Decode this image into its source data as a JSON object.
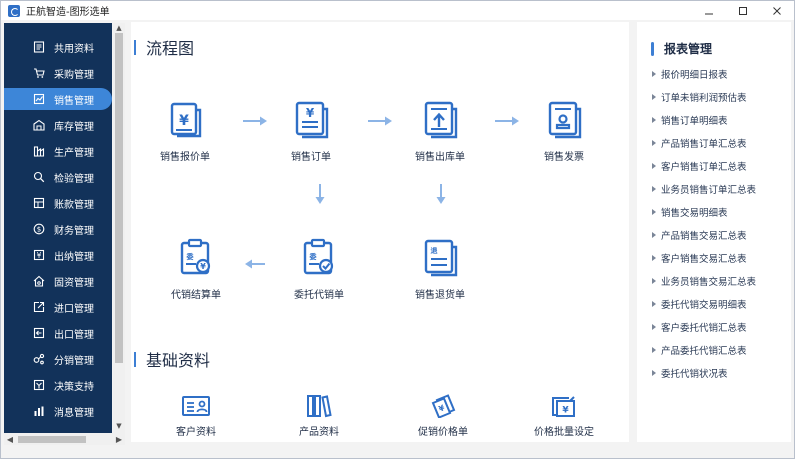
{
  "window": {
    "title": "正航智造-图形选单",
    "controls": [
      "minimize",
      "maximize",
      "close"
    ]
  },
  "sidebar": {
    "items": [
      {
        "label": "共用资料",
        "icon": "document-list-icon",
        "active": false
      },
      {
        "label": "采购管理",
        "icon": "cart-icon",
        "active": false
      },
      {
        "label": "销售管理",
        "icon": "sales-chart-icon",
        "active": true
      },
      {
        "label": "库存管理",
        "icon": "warehouse-icon",
        "active": false
      },
      {
        "label": "生产管理",
        "icon": "factory-icon",
        "active": false
      },
      {
        "label": "检验管理",
        "icon": "inspect-icon",
        "active": false
      },
      {
        "label": "账款管理",
        "icon": "ledger-icon",
        "active": false
      },
      {
        "label": "财务管理",
        "icon": "finance-icon",
        "active": false
      },
      {
        "label": "出纳管理",
        "icon": "yen-icon",
        "active": false
      },
      {
        "label": "固资管理",
        "icon": "asset-house-icon",
        "active": false
      },
      {
        "label": "进口管理",
        "icon": "import-icon",
        "active": false
      },
      {
        "label": "出口管理",
        "icon": "export-icon",
        "active": false
      },
      {
        "label": "分销管理",
        "icon": "distribution-icon",
        "active": false
      },
      {
        "label": "决策支持",
        "icon": "decision-icon",
        "active": false
      },
      {
        "label": "消息管理",
        "icon": "message-bars-icon",
        "active": false
      }
    ]
  },
  "main": {
    "flow_title": "流程图",
    "flow_nodes": [
      {
        "label": "销售报价单",
        "icon": "quotation-doc-icon"
      },
      {
        "label": "销售订单",
        "icon": "order-doc-icon"
      },
      {
        "label": "销售出库单",
        "icon": "outbound-doc-icon"
      },
      {
        "label": "销售发票",
        "icon": "invoice-doc-icon"
      },
      {
        "label": "代销结算单",
        "icon": "consign-settle-icon"
      },
      {
        "label": "委托代销单",
        "icon": "consign-order-icon"
      },
      {
        "label": "销售退货单",
        "icon": "return-doc-icon"
      }
    ],
    "basic_title": "基础资料",
    "basic_items": [
      {
        "label": "客户资料",
        "icon": "customer-card-icon"
      },
      {
        "label": "产品资料",
        "icon": "product-books-icon"
      },
      {
        "label": "促销价格单",
        "icon": "promo-price-icon"
      },
      {
        "label": "价格批量设定",
        "icon": "price-batch-icon"
      }
    ]
  },
  "reports": {
    "title": "报表管理",
    "items": [
      "报价明细日报表",
      "订单未销利润预估表",
      "销售订单明细表",
      "产品销售订单汇总表",
      "客户销售订单汇总表",
      "业务员销售订单汇总表",
      "销售交易明细表",
      "产品销售交易汇总表",
      "客户销售交易汇总表",
      "业务员销售交易汇总表",
      "委托代销交易明细表",
      "客户委托代销汇总表",
      "产品委托代销汇总表",
      "委托代销状况表"
    ]
  },
  "colors": {
    "sidebar_bg": "#12325a",
    "sidebar_active": "#3d86d8",
    "icon_blue": "#2f6fc6",
    "accent": "#3d7fd4",
    "arrow": "#8cb4e6"
  }
}
